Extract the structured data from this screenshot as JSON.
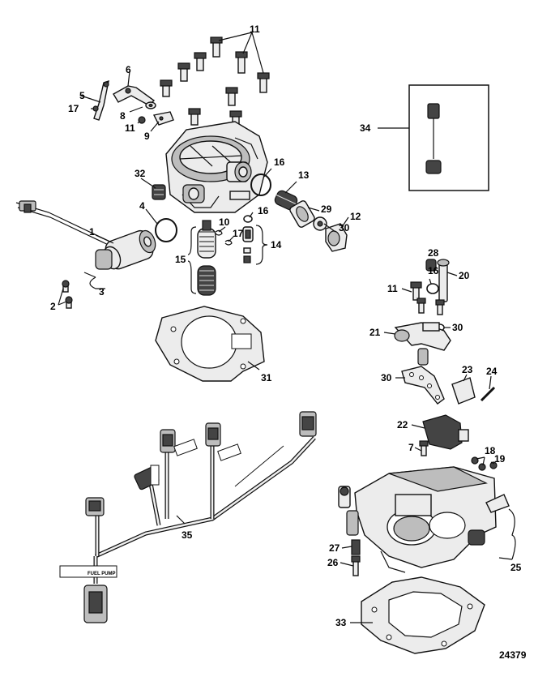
{
  "diagram": {
    "figure_number": "24379",
    "callouts": {
      "c1": "1",
      "c2": "2",
      "c3": "3",
      "c4": "4",
      "c5": "5",
      "c6": "6",
      "c8": "8",
      "c9": "9",
      "c10": "10",
      "c11a": "11",
      "c11b": "11",
      "c11c": "11",
      "c12": "12",
      "c13": "13",
      "c14": "14",
      "c15": "15",
      "c16a": "16",
      "c16b": "16",
      "c16c": "16",
      "c17a": "17",
      "c17b": "17",
      "c20": "20",
      "c21": "21",
      "c22": "22",
      "c23": "23",
      "c24": "24",
      "c25": "25",
      "c26": "26",
      "c27": "27",
      "c28": "28",
      "c29": "29",
      "c30a": "30",
      "c30b": "30",
      "c30c": "30",
      "c31": "31",
      "c32": "32",
      "c33": "33",
      "c34": "34",
      "c35": "35",
      "c7": "7",
      "c18": "18",
      "c19": "19"
    },
    "harness_tags": {
      "fuel_pump": "FUEL PUMP"
    }
  }
}
